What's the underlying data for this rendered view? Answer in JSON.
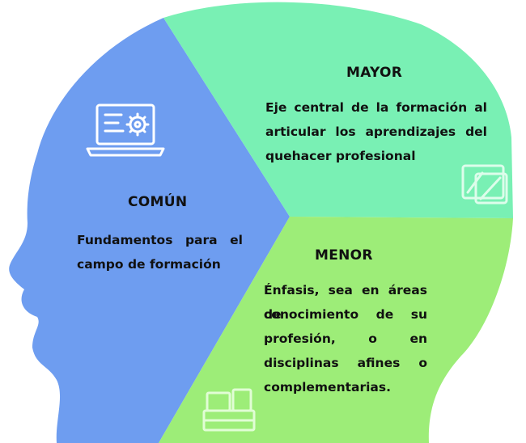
{
  "diagram": {
    "colors": {
      "comun": "#6e9df0",
      "mayor": "#79f0b4",
      "menor": "#9ded78",
      "icon_stroke": "#ffffff",
      "text": "#111111"
    },
    "sections": {
      "comun": {
        "title": "COMÚN",
        "lines": [
          "Fundamentos para el",
          "campo de formación"
        ],
        "icon": "laptop-gear-icon"
      },
      "mayor": {
        "title": "MAYOR",
        "lines": [
          "Eje central de la formación al",
          "articular los aprendizajes del",
          "quehacer profesional"
        ],
        "icon": "devices-icon"
      },
      "menor": {
        "title": "MENOR",
        "lines": [
          "Énfasis, sea en áreas de",
          "conocimiento de su",
          "profesión, o en",
          "disciplinas afines o",
          "complementarias."
        ],
        "icon": "stacked-boxes-icon"
      }
    }
  }
}
